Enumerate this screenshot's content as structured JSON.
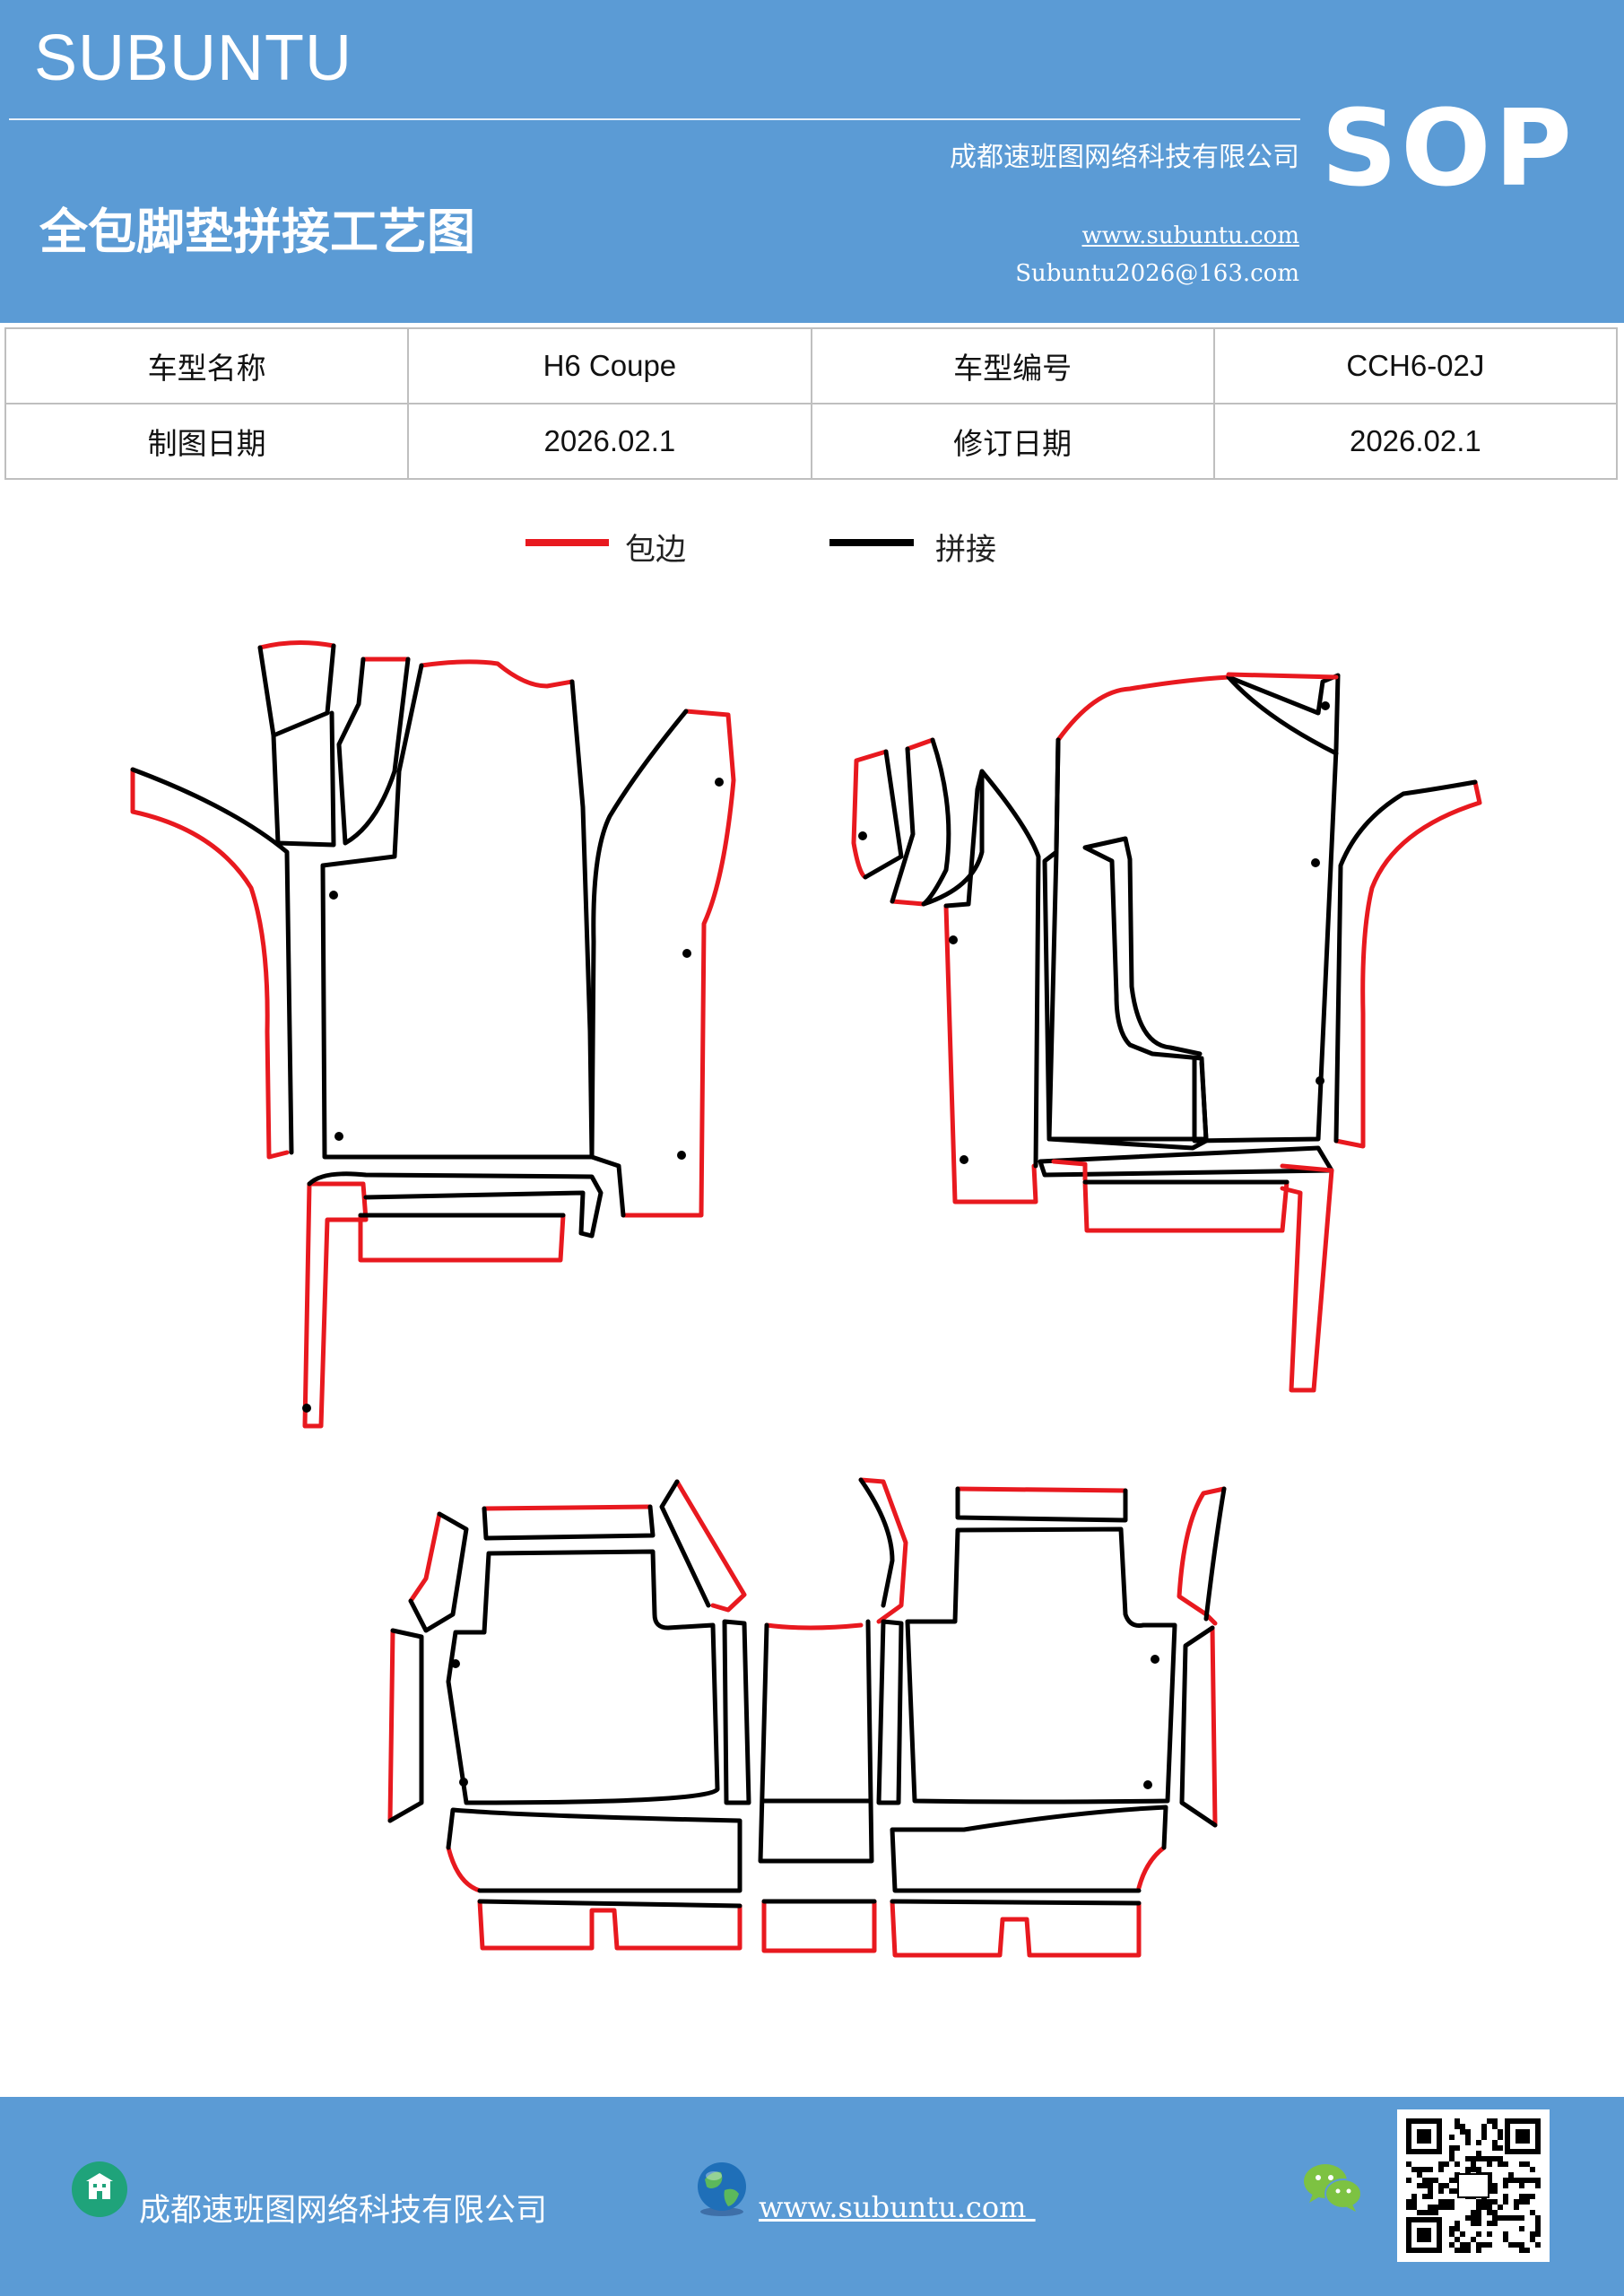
{
  "header": {
    "brand": "SUBUNTU",
    "company": "成都速班图网络科技有限公司",
    "title": "全包脚垫拼接工艺图",
    "website": "www.subuntu.com",
    "email": "Subuntu2026@163.com",
    "badge": "SOP"
  },
  "info_table": {
    "row1": {
      "label1": "车型名称",
      "value1": "H6  Coupe",
      "label2": "车型编号",
      "value2": "CCH6-02J"
    },
    "row2": {
      "label1": "制图日期",
      "value1": "2026.02.1",
      "label2": "修订日期",
      "value2": "2026.02.1"
    }
  },
  "legend": {
    "items": [
      {
        "label": "包边",
        "color": "#e8191f"
      },
      {
        "label": "拼接",
        "color": "#000000"
      }
    ]
  },
  "footer": {
    "company": "成都速班图网络科技有限公司",
    "website": "www.subuntu.com ",
    "icons": [
      "building-icon",
      "globe-icon",
      "wechat-icon",
      "qr-code"
    ]
  },
  "colors": {
    "header_bg": "#5b9bd5",
    "edge_red": "#e8191f",
    "seam_black": "#000000"
  }
}
